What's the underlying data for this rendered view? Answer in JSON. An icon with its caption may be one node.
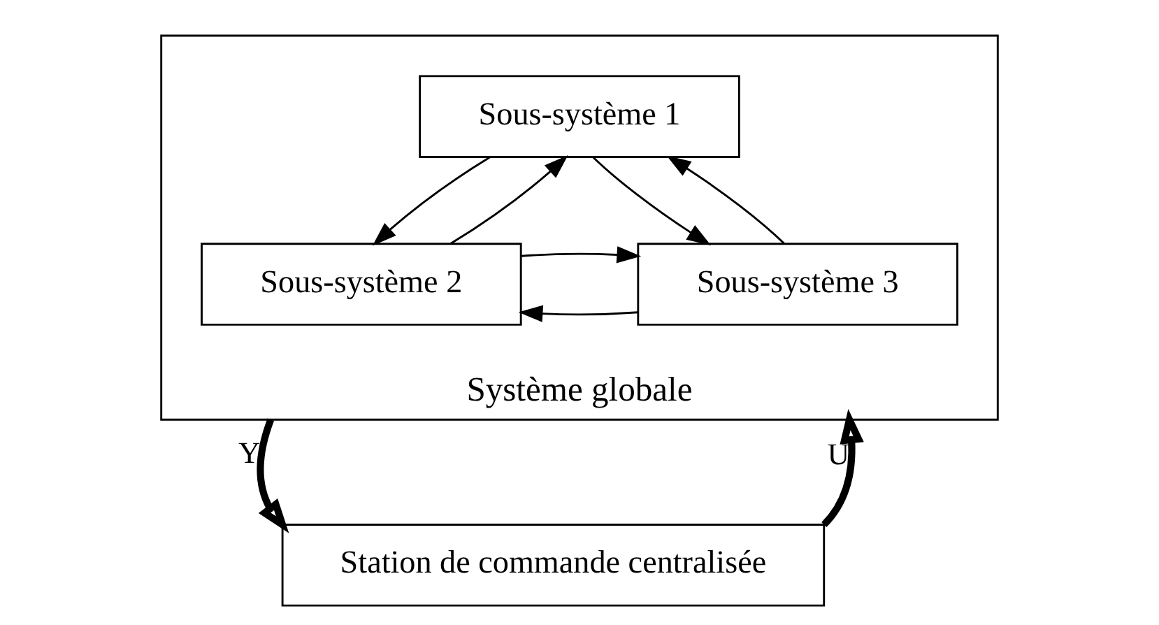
{
  "diagram": {
    "nodes": [
      {
        "text": [
          "Système globale"
        ]
      },
      {
        "text": [
          "Sous-système 1"
        ],
        "in": 0
      },
      {
        "text": [
          "Sous-système 2"
        ],
        "in": 0
      },
      {
        "text": [
          "Sous-système 3"
        ],
        "in": 0
      },
      {
        "text": [
          "Station de commande centralisée"
        ]
      }
    ],
    "edges": [
      {
        "from": 1,
        "to": 2,
        "arrow": "to"
      },
      {
        "from": 2,
        "to": 1,
        "arrow": "to"
      },
      {
        "from": 1,
        "to": 3,
        "arrow": "to"
      },
      {
        "from": 3,
        "to": 1,
        "arrow": "to"
      },
      {
        "from": 3,
        "to": 2,
        "arrow": "to"
      },
      {
        "from": 2,
        "to": 3,
        "arrow": "to"
      },
      {
        "from": 0,
        "to": 4,
        "arrow": "to",
        "label": "Y",
        "style": "thick"
      },
      {
        "from": 4,
        "to": 0,
        "arrow": "to",
        "label": "U",
        "style": "thick"
      }
    ]
  }
}
